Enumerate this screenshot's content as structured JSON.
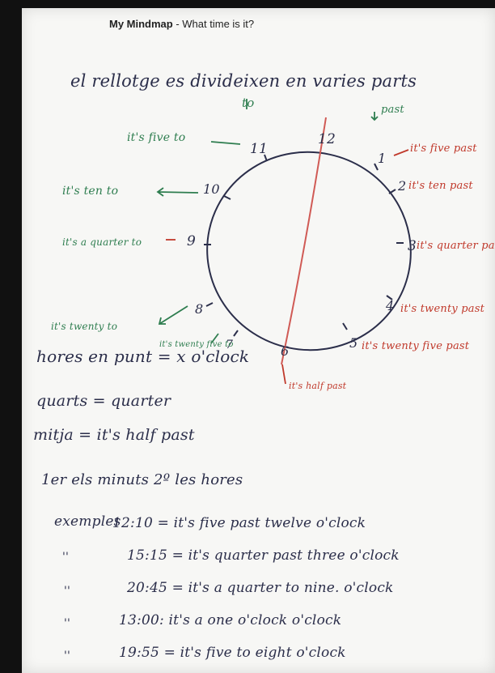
{
  "header": {
    "title_bold": "My Mindmap",
    "title_rest": " - What time is it?"
  },
  "intro": "el rellotge es divideixen en varies parts",
  "labels": {
    "to": "to",
    "past": "past"
  },
  "clock_numbers": [
    "12",
    "1",
    "2",
    "3",
    "4",
    "5",
    "6",
    "7",
    "8",
    "9",
    "10",
    "11"
  ],
  "left_labels": {
    "five_to": "it's five to",
    "ten_to": "it's ten to",
    "quarter_to": "it's a quarter to",
    "twenty_to": "it's twenty to",
    "twentyfive_to": "it's twenty five to"
  },
  "right_labels": {
    "five_past": "it's five past",
    "ten_past": "it's ten past",
    "quarter_past": "it's quarter past",
    "twenty_past": "it's twenty past",
    "twentyfive_past": "it's twenty five past",
    "half_past": "it's half past"
  },
  "notes": {
    "hores": "hores en punt = x o'clock",
    "quarts": "quarts = quarter",
    "mitja": "mitja = it's half past",
    "order": "1er els minuts 2º les hores"
  },
  "examples_label": "exemples",
  "examples": [
    {
      "marker": "''",
      "text": "12:10 = it's five past twelve   o'clock"
    },
    {
      "marker": "''",
      "text": "15:15 = it's quarter past three   o'clock"
    },
    {
      "marker": "''",
      "text": "20:45 = it's a quarter to nine.   o'clock"
    },
    {
      "marker": "''",
      "text": "13:00: it's a one o'clock   o'clock"
    },
    {
      "marker": "''",
      "text": "19:55 = it's five to eight   o'clock"
    }
  ],
  "colors": {
    "ink_black": "#2b2e4a",
    "ink_green": "#2e7d4f",
    "ink_red": "#c0392b"
  }
}
